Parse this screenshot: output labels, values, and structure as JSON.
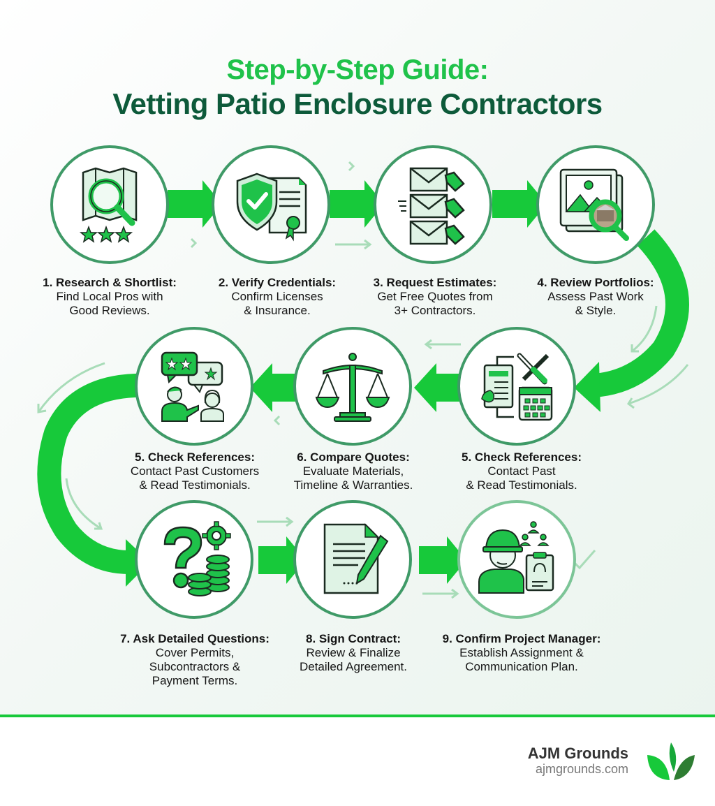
{
  "header": {
    "title_line1": "Step-by-Step Guide:",
    "title_line2": "Vetting Patio Enclosure Contractors"
  },
  "colors": {
    "accent_green": "#1fc24a",
    "dark_green": "#0d5a3a",
    "circle_border": "#3f9a67",
    "arrow_green": "#17c93a",
    "light_arrow": "#a8dcb8"
  },
  "steps": [
    {
      "number": 1,
      "heading": "1. Research & Shortlist:",
      "desc_line1": "Find Local Pros with",
      "desc_line2": "Good Reviews.",
      "desc_line3": "",
      "icon": "map-magnifier-stars-icon"
    },
    {
      "number": 2,
      "heading": "2. Verify Credentials:",
      "desc_line1": "Confirm Licenses",
      "desc_line2": "& Insurance.",
      "desc_line3": "",
      "icon": "shield-certificate-icon"
    },
    {
      "number": 3,
      "heading": "3. Request Estimates:",
      "desc_line1": "Get Free Quotes from",
      "desc_line2": "3+ Contractors.",
      "desc_line3": "",
      "icon": "envelopes-price-tags-icon"
    },
    {
      "number": 4,
      "heading": "4. Review Portfolios:",
      "desc_line1": "Assess Past Work",
      "desc_line2": "& Style.",
      "desc_line3": "",
      "icon": "photo-magnifier-icon"
    },
    {
      "number": 5,
      "heading": "5. Check References:",
      "desc_line1": "Contact Past",
      "desc_line2": "& Read Testimonials.",
      "desc_line3": "",
      "icon": "document-tools-calendar-icon"
    },
    {
      "number": 6,
      "heading": "6. Compare Quotes:",
      "desc_line1": "Evaluate Materials,",
      "desc_line2": "Timeline & Warranties.",
      "desc_line3": "",
      "icon": "balance-scale-icon"
    },
    {
      "number": 5,
      "heading": "5. Check References:",
      "desc_line1": "Contact Past Customers",
      "desc_line2": "& Read Testimonials.",
      "desc_line3": "",
      "icon": "people-reviews-icon"
    },
    {
      "number": 7,
      "heading": "7. Ask Detailed Questions:",
      "desc_line1": "Cover Permits,",
      "desc_line2": "Subcontractors &",
      "desc_line3": "Payment Terms.",
      "icon": "question-gear-coins-icon"
    },
    {
      "number": 8,
      "heading": "8. Sign Contract:",
      "desc_line1": "Review & Finalize",
      "desc_line2": "Detailed Agreement.",
      "desc_line3": "",
      "icon": "contract-pen-icon"
    },
    {
      "number": 9,
      "heading": "9. Confirm Project Manager:",
      "desc_line1": "Establish Assignment &",
      "desc_line2": "Communication Plan.",
      "desc_line3": "",
      "icon": "project-manager-icon"
    }
  ],
  "footer": {
    "brand_name": "AJM Grounds",
    "brand_url": "ajmgrounds.com",
    "logo_icon": "leaf-logo-icon"
  }
}
